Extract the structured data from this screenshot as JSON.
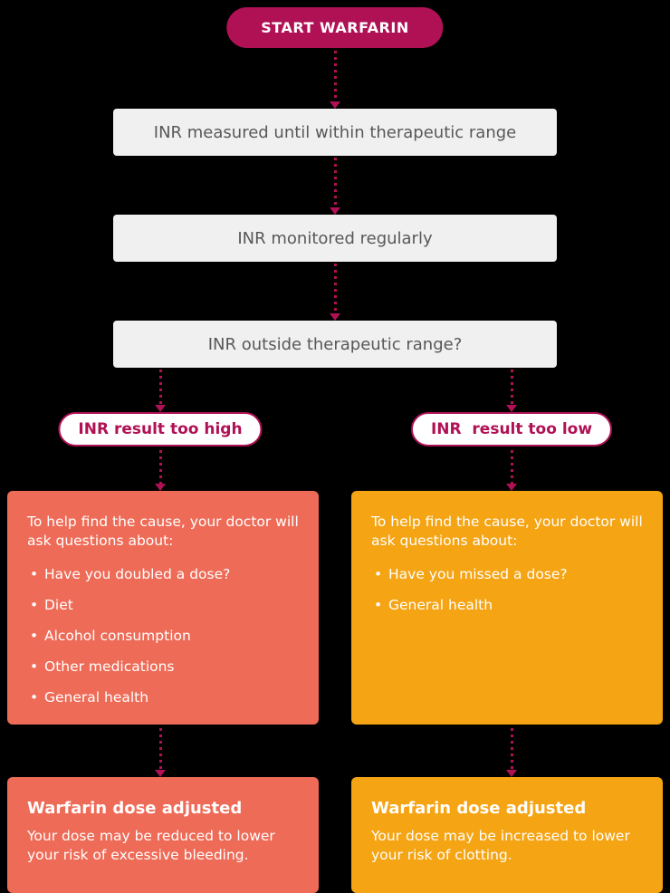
{
  "colors": {
    "background": "#000000",
    "crimson": "#b01155",
    "gray_box_bg": "#f0f0f0",
    "gray_box_text": "#58585a",
    "coral": "#ee6b57",
    "orange": "#f5a414"
  },
  "flow": {
    "start_label": "START WARFARIN",
    "steps": [
      "INR measured until within therapeutic range",
      "INR monitored regularly",
      "INR outside therapeutic range?"
    ],
    "branches": {
      "high": {
        "pill_label": "INR result too high",
        "cause_intro": "To help find the cause, your doctor will ask questions about:",
        "bullets": [
          "Have you doubled a dose?",
          "Diet",
          "Alcohol consumption",
          "Other medications",
          "General health"
        ],
        "outcome_title": "Warfarin dose adjusted",
        "outcome_text": "Your dose may be reduced to lower your risk of excessive bleeding."
      },
      "low": {
        "pill_label": "INR  result too low",
        "cause_intro": "To help find the cause, your doctor will ask questions about:",
        "bullets": [
          "Have you missed a dose?",
          "General health"
        ],
        "outcome_title": "Warfarin dose adjusted",
        "outcome_text": "Your dose may be increased to lower your risk of clotting."
      }
    }
  }
}
